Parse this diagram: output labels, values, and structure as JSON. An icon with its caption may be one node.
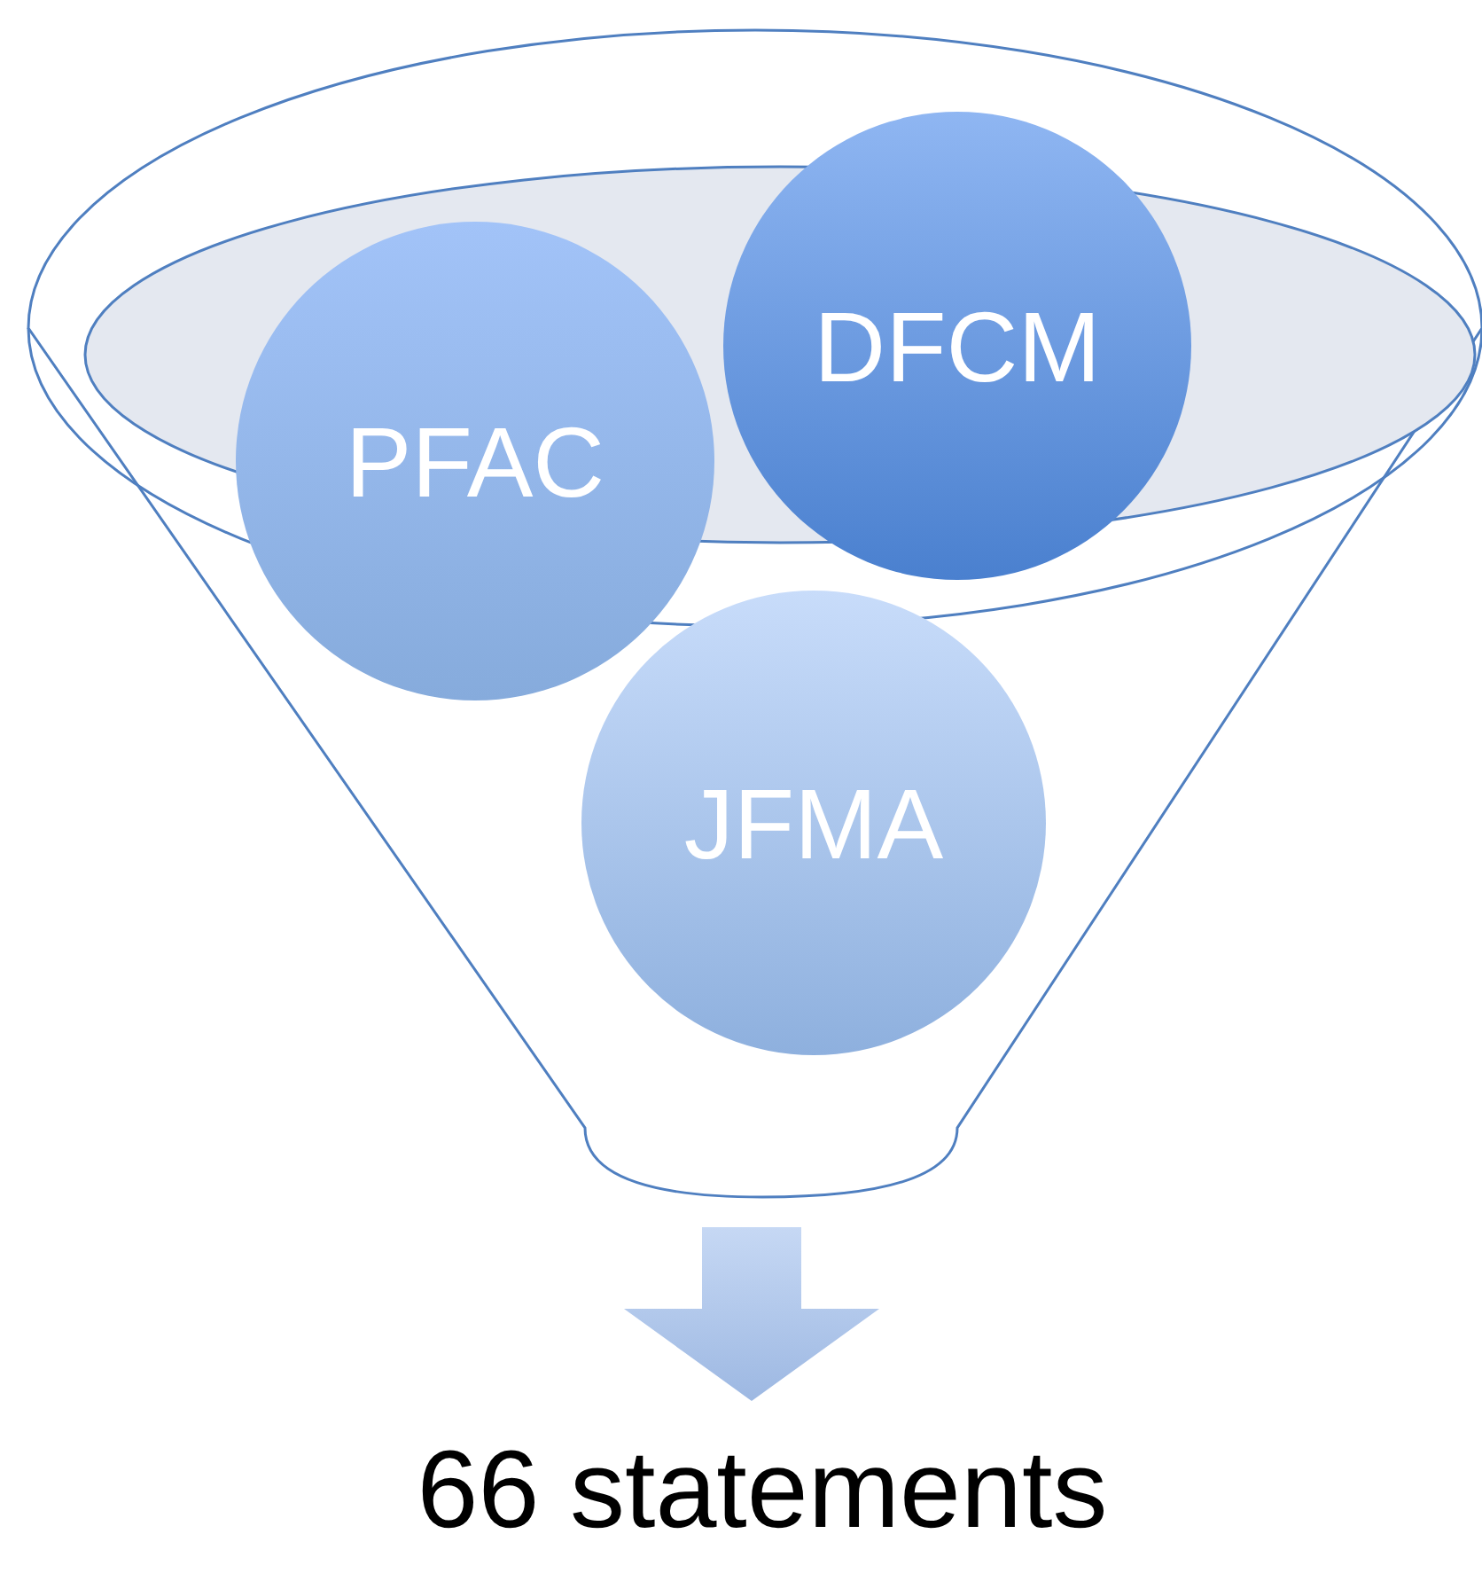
{
  "diagram": {
    "nodes": [
      {
        "text": [],
        "shape": "funnel"
      },
      {
        "text": [
          "PFAC"
        ],
        "in": 0
      },
      {
        "text": [
          "DFCM"
        ],
        "in": 0
      },
      {
        "text": [
          "JFMA"
        ],
        "in": 0
      },
      {
        "text": [
          "66 statements"
        ]
      }
    ],
    "edges": [
      {
        "from": 0,
        "to": 4,
        "arrow": "to"
      }
    ]
  }
}
